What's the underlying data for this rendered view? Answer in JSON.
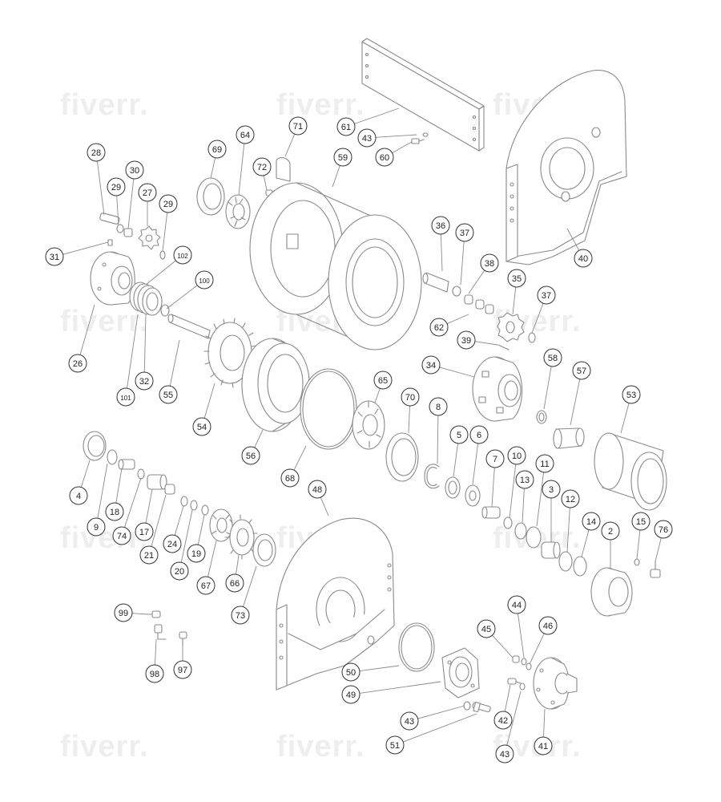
{
  "watermark": "fiverr.",
  "colors": {
    "line": "#8a8a8a",
    "label": "#222222",
    "shade": "#f4f4f4"
  },
  "callouts": [
    "28",
    "29",
    "30",
    "27",
    "29",
    "31",
    "26",
    "102",
    "100",
    "32",
    "101",
    "55",
    "54",
    "69",
    "64",
    "72",
    "71",
    "59",
    "61",
    "43",
    "60",
    "36",
    "37",
    "38",
    "35",
    "62",
    "37",
    "39",
    "40",
    "34",
    "58",
    "57",
    "53",
    "65",
    "70",
    "8",
    "56",
    "68",
    "4",
    "9",
    "18",
    "74",
    "17",
    "21",
    "24",
    "20",
    "19",
    "67",
    "66",
    "73",
    "48",
    "5",
    "6",
    "7",
    "10",
    "11",
    "13",
    "3",
    "12",
    "14",
    "2",
    "15",
    "76",
    "99",
    "98",
    "97",
    "50",
    "49",
    "43",
    "51",
    "45",
    "44",
    "46",
    "42",
    "43",
    "41"
  ]
}
